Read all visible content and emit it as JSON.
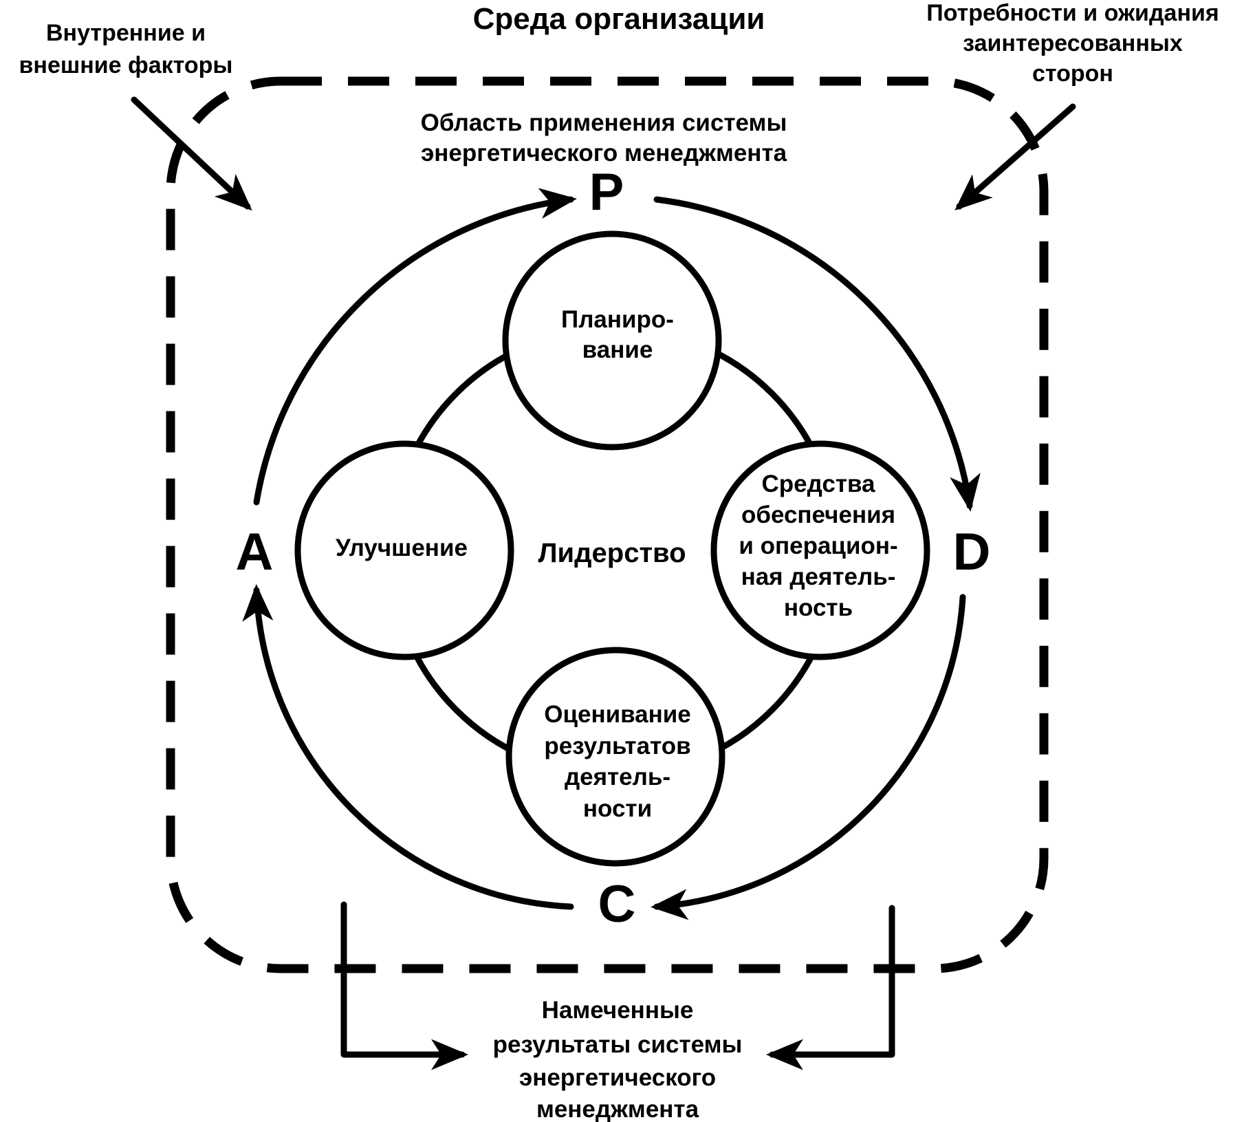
{
  "title": "Среда организации",
  "top_left": [
    "Внутренние и",
    "внешние  факторы"
  ],
  "top_right": [
    "Потребности и ожидания",
    "заинтересованных",
    "сторон"
  ],
  "scope": [
    "Область применения системы",
    "энергетического менеджмента"
  ],
  "cycle": {
    "p": "P",
    "d": "D",
    "c": "C",
    "a": "A"
  },
  "circles": {
    "planning": [
      "Планиро-",
      "вание"
    ],
    "support": [
      "Средства",
      "обеспечения",
      "и операцион-",
      "ная деятель-",
      "ность"
    ],
    "evaluation": [
      "Оценивание",
      "результатов",
      "деятель-",
      "ности"
    ],
    "improvement": [
      "Улучшение"
    ]
  },
  "center": "Лидерство",
  "bottom": [
    "Намеченные",
    "результаты системы",
    "энергетического",
    "менеджмента"
  ]
}
